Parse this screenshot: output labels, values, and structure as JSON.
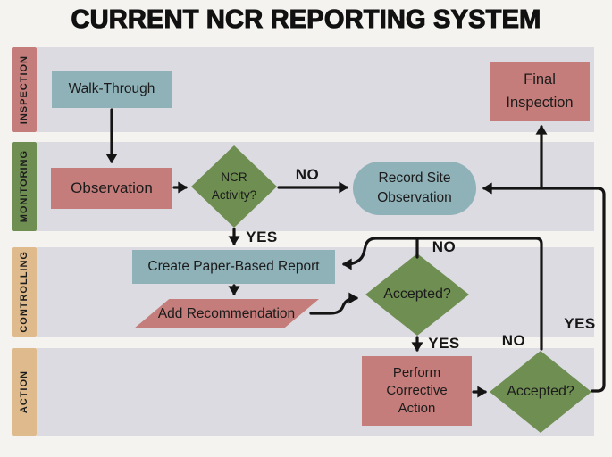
{
  "title": "CURRENT NCR REPORTING SYSTEM",
  "lanes": [
    {
      "label": "INSPECTION"
    },
    {
      "label": "MONITORING"
    },
    {
      "label": "CONTROLLING"
    },
    {
      "label": "ACTION"
    }
  ],
  "nodes": {
    "walk_through": {
      "label": "Walk-Through"
    },
    "observation": {
      "label": "Observation"
    },
    "ncr_activity": {
      "label": "NCR\nActivity?"
    },
    "record_site_observation": {
      "label": "Record Site\nObservation"
    },
    "final_inspection": {
      "label": "Final\nInspection"
    },
    "create_report": {
      "label": "Create Paper-Based Report"
    },
    "add_recommendation": {
      "label": "Add Recommendation"
    },
    "accepted_review": {
      "label": "Accepted?"
    },
    "perform_corrective_action": {
      "label": "Perform\nCorrective\nAction"
    },
    "accepted_action": {
      "label": "Accepted?"
    }
  },
  "edge_labels": {
    "ncr_no": "NO",
    "ncr_yes": "YES",
    "review_no": "NO",
    "review_yes": "YES",
    "action_no": "NO",
    "action_yes": "YES"
  },
  "colors": {
    "background": "#f4f3ef",
    "lane_body": "#dbdbe1",
    "pink": "#c47d7a",
    "teal": "#8fb1b8",
    "green": "#6f8e52",
    "tan": "#deba8c",
    "line": "#141414"
  }
}
